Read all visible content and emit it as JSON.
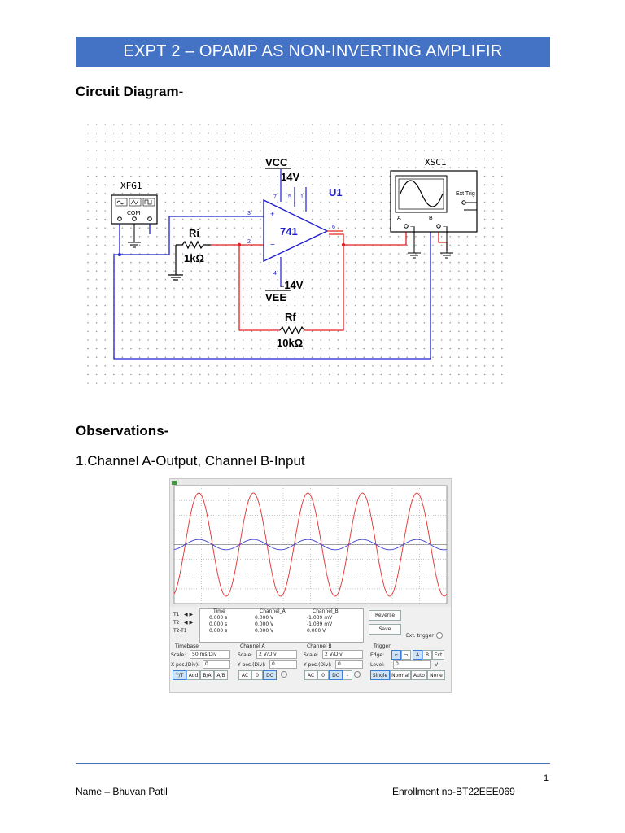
{
  "page": {
    "title": "EXPT 2 – OPAMP AS NON-INVERTING AMPLIFIR",
    "circuit_heading": "Circuit Diagram",
    "circuit_heading_suffix": "-",
    "observations_heading": "Observations-",
    "observation_item_number": "1.",
    "observation_item_text": "Channel A-Output, Channel B-Input",
    "page_number": "1",
    "footer_name": "Name – Bhuvan Patil",
    "footer_enrollment": "Enrollment no-BT22EEE069"
  },
  "circuit": {
    "fg_label": "XFG1",
    "fg_com": "COM",
    "fg_terms": [
      "+",
      "COM",
      "−"
    ],
    "vcc_label": "VCC",
    "vcc_value": "14V",
    "vee_label": "VEE",
    "vee_value": "-14V",
    "opamp_label": "U1",
    "opamp_model": "741",
    "pin_numbers": [
      "7",
      "5",
      "1",
      "3",
      "2",
      "6",
      "4"
    ],
    "ri_label": "Ri",
    "ri_value": "1kΩ",
    "rf_label": "Rf",
    "rf_value": "10kΩ",
    "scope_label": "XSC1",
    "scope_ext": "Ext Trig",
    "scope_a": "A",
    "scope_b": "B",
    "colors": {
      "red": "#e02020",
      "blue": "#1f1fd0",
      "dot": "#9a9a9a",
      "wire_black": "#000000"
    }
  },
  "oscilloscope": {
    "readout_headers": [
      "Time",
      "Channel_A",
      "Channel_B"
    ],
    "rows": [
      {
        "label": "T1",
        "time": "0.000 s",
        "a": "0.000 V",
        "b": "-1.039 mV"
      },
      {
        "label": "T2",
        "time": "0.000 s",
        "a": "0.000 V",
        "b": "-1.039 mV"
      },
      {
        "label": "T2-T1",
        "time": "0.000 s",
        "a": "0.000 V",
        "b": "0.000 V"
      }
    ],
    "reverse_label": "Reverse",
    "save_label": "Save",
    "ext_trigger_label": "Ext. trigger",
    "timebase": {
      "title": "Timebase",
      "scale_label": "Scale:",
      "scale": "50 ms/Div",
      "pos_label": "X pos.(Div):",
      "pos": "0",
      "modes": [
        "Y/T",
        "Add",
        "B/A",
        "A/B"
      ]
    },
    "channel_a": {
      "title": "Channel A",
      "scale_label": "Scale:",
      "scale": "2  V/Div",
      "pos_label": "Y pos.(Div):",
      "pos": "0",
      "coupling": [
        "AC",
        "0",
        "DC"
      ]
    },
    "channel_b": {
      "title": "Channel B",
      "scale_label": "Scale:",
      "scale": "2  V/Div",
      "pos_label": "Y pos.(Div):",
      "pos": "0",
      "coupling": [
        "AC",
        "0",
        "DC",
        "-"
      ]
    },
    "trigger": {
      "title": "Trigger",
      "edge_label": "Edge:",
      "edge_sources": [
        "A",
        "B",
        "Ext"
      ],
      "level_label": "Level:",
      "level": "0",
      "level_unit": "V",
      "modes": [
        "Single",
        "Normal",
        "Auto",
        "None"
      ]
    },
    "colors": {
      "channel_a": "#e03030",
      "channel_b": "#4040d0",
      "screen": "#ffffff",
      "grid": "#909090"
    }
  },
  "chart_data": {
    "type": "line",
    "x_divisions": 10,
    "y_divisions": 8,
    "x_scale": "50 ms/Div",
    "y_scale": "2  V/Div",
    "series": [
      {
        "name": "Channel A",
        "amplitude_div": 3.5,
        "cycles": 5,
        "color": "#e03030"
      },
      {
        "name": "Channel B",
        "amplitude_div": 0.35,
        "cycles": 5,
        "color": "#4040d0"
      }
    ]
  }
}
